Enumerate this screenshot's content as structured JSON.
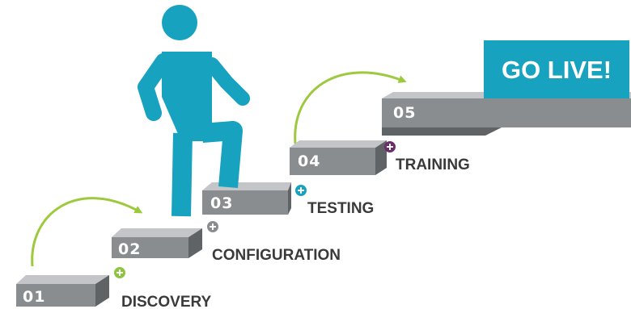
{
  "colors": {
    "step_front": "#8a8d90",
    "step_top": "#c3c5c8",
    "step_side": "#5f6366",
    "figure": "#17a2c0",
    "arrow": "#9cca3c",
    "go_live_bg": "#17a2c0"
  },
  "steps": [
    {
      "number": "01",
      "label": "DISCOVERY",
      "plus_color": "#8cc63f"
    },
    {
      "number": "02",
      "label": "CONFIGURATION",
      "plus_color": "#8a8d90"
    },
    {
      "number": "03",
      "label": "TESTING",
      "plus_color": "#17a2c0"
    },
    {
      "number": "04",
      "label": "TRAINING",
      "plus_color": "#6b2e6b"
    },
    {
      "number": "05",
      "label": ""
    }
  ],
  "go_live": "GO LIVE!"
}
